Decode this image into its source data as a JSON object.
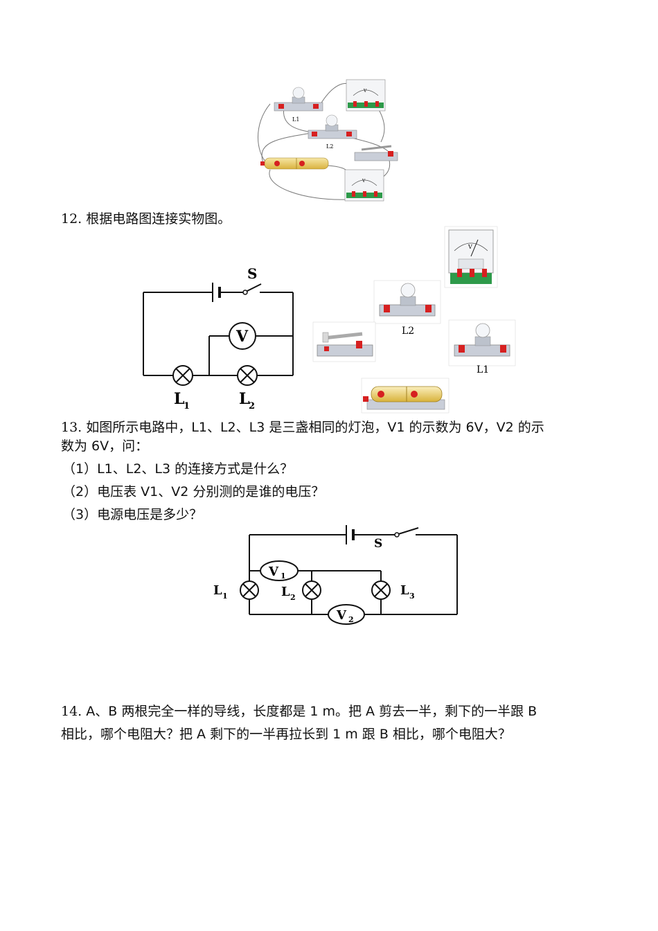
{
  "figure_top": {
    "labels": {
      "l1": "L1",
      "l2": "L2"
    },
    "meter_symbol": "V"
  },
  "q12": {
    "number": "12.",
    "text": "根据电路图连接实物图。",
    "schematic": {
      "switch": "S",
      "voltmeter": "V",
      "l1": "L",
      "l1_sub": "1",
      "l2": "L",
      "l2_sub": "2"
    },
    "objects": {
      "l2": "L2",
      "l1": "L1",
      "meter_symbol": "V"
    }
  },
  "q13": {
    "number": "13.",
    "line1": "如图所示电路中，L1、L2、L3 是三盏相同的灯泡，V1 的示数为 6V，V2 的示",
    "line2": "数为 6V，问：",
    "sub1": "（1）L1、L2、L3 的连接方式是什么？",
    "sub2": "（2）电压表 V1、V2 分别测的是谁的电压？",
    "sub3": "（3）电源电压是多少？",
    "schematic": {
      "switch": "S",
      "v1": "V",
      "v1_sub": "1",
      "v2": "V",
      "v2_sub": "2",
      "l1": "L",
      "l1_sub": "1",
      "l2": "L",
      "l2_sub": "2",
      "l3": "L",
      "l3_sub": "3"
    }
  },
  "q14": {
    "number": "14.",
    "line1": "A、B 两根完全一样的导线，长度都是 1 m。把 A 剪去一半，剩下的一半跟 B",
    "line2": "相比，哪个电阻大？把 A 剩下的一半再拉长到 1 m 跟 B 相比，哪个电阻大？"
  },
  "colors": {
    "wire": "#111111",
    "board": "#c9ced8",
    "terminal": "#d62020",
    "battery": "#e8c85a",
    "meter_base": "#2e9a4a"
  }
}
